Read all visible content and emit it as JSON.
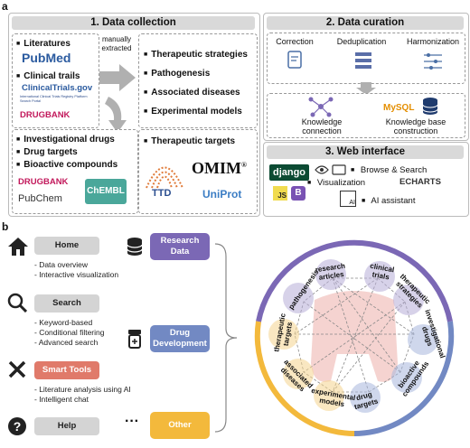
{
  "panel_a": {
    "letter": "a",
    "data_collection": {
      "title": "1. Data collection",
      "sources_1": [
        "Literatures",
        "Clinical trails"
      ],
      "logos_1": [
        "PubMed",
        "ClinicalTrials.gov",
        "International Clinical Trials Registry Platform Search Portal",
        "DRUGBANK"
      ],
      "arrow_label": "manually\nextracted",
      "categories_1": [
        "Therapeutic strategies",
        "Pathogenesis",
        "Associated diseases",
        "Experimental models"
      ],
      "sources_2": [
        "Investigational drugs",
        "Drug targets",
        "Bioactive compounds"
      ],
      "logos_2": [
        "DRUGBANK",
        "PubChem",
        "ChEMBL"
      ],
      "categories_2": [
        "Therapeutic targets"
      ],
      "logos_3": [
        "OMIM",
        "TTD",
        "UniProt"
      ]
    },
    "data_curation": {
      "title": "2. Data curation",
      "steps": [
        "Correction",
        "Deduplication",
        "Harmonization"
      ],
      "outputs": [
        "Knowledge\nconnection",
        "Knowledge base\nconstruction"
      ],
      "mysql": "MySQL"
    },
    "web_interface": {
      "title": "3. Web interface",
      "logos": [
        "django",
        "JS",
        "B",
        "ECHARTS",
        "AI"
      ],
      "features": [
        "Browse & Search",
        "Visualization",
        "AI assistant"
      ]
    }
  },
  "panel_b": {
    "letter": "b",
    "nav": [
      {
        "label": "Home",
        "icon": "home-icon",
        "desc": [
          "- Data overview",
          "- Interactive visualization"
        ]
      },
      {
        "label": "Search",
        "icon": "magnifier-icon",
        "desc": [
          "- Keyword-based",
          "- Conditional filtering",
          "- Advanced search"
        ]
      },
      {
        "label": "Smart Tools",
        "icon": "tools-icon",
        "desc": [
          "- Literature analysis using AI",
          "- Intelligent chat"
        ]
      },
      {
        "label": "Help",
        "icon": "question-icon",
        "desc": []
      }
    ],
    "ellipsis": "···",
    "categories": [
      {
        "label": "Research\nData",
        "color": "#7b68b5",
        "icon": "database-icon"
      },
      {
        "label": "Drug\nDevelopment",
        "color": "#7289c3",
        "icon": "pill-bottle-icon"
      },
      {
        "label": "Other",
        "color": "#f3b93c",
        "icon": "more-icon"
      }
    ],
    "circle_nodes": [
      "research\narticles",
      "clinical\ntrials",
      "therapeutic\nstrategies",
      "investigational\ndrugs",
      "bioactive\ncompounds",
      "drug\ntargets",
      "experimental\nmodels",
      "associated\ndiseases",
      "therapeutic\ntargets",
      "pathogenesis"
    ],
    "ring_colors": {
      "purple": "#7b68b5",
      "blue": "#7289c3",
      "yellow": "#f3b93c"
    }
  }
}
